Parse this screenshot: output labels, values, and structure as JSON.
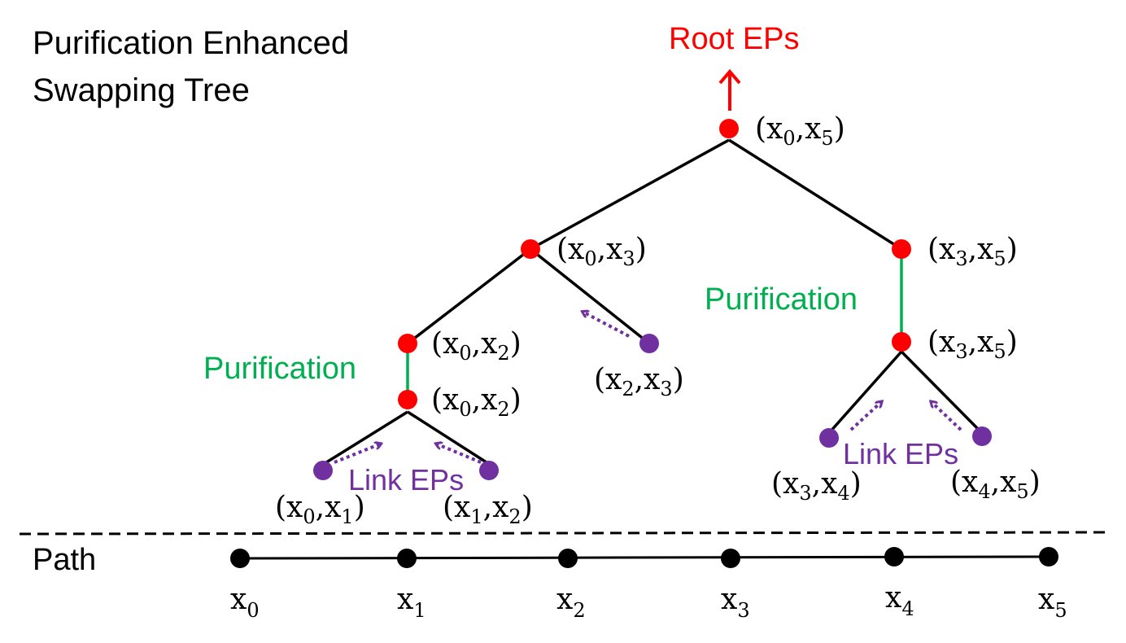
{
  "title": {
    "line1": "Purification Enhanced",
    "line2": "Swapping Tree"
  },
  "colors": {
    "swap_node": "#ff0000",
    "link_node": "#7030a0",
    "path_node": "#000000",
    "purification": "#00b050",
    "root_arrow": "#ff0000"
  },
  "labels": {
    "root_eps": "Root EPs",
    "purification": "Purification",
    "link_eps": "Link EPs",
    "path": "Path"
  },
  "pairs": {
    "x0_x5": {
      "a": "x",
      "a_sub": "0",
      "b": "x",
      "b_sub": "5"
    },
    "x0_x3": {
      "a": "x",
      "a_sub": "0",
      "b": "x",
      "b_sub": "3"
    },
    "x3_x5_top": {
      "a": "x",
      "a_sub": "3",
      "b": "x",
      "b_sub": "5"
    },
    "x3_x5_bottom": {
      "a": "x",
      "a_sub": "3",
      "b": "x",
      "b_sub": "5"
    },
    "x0_x2_top": {
      "a": "x",
      "a_sub": "0",
      "b": "x",
      "b_sub": "2"
    },
    "x0_x2_bottom": {
      "a": "x",
      "a_sub": "0",
      "b": "x",
      "b_sub": "2"
    },
    "x2_x3": {
      "a": "x",
      "a_sub": "2",
      "b": "x",
      "b_sub": "3"
    },
    "x0_x1": {
      "a": "x",
      "a_sub": "0",
      "b": "x",
      "b_sub": "1"
    },
    "x1_x2": {
      "a": "x",
      "a_sub": "1",
      "b": "x",
      "b_sub": "2"
    },
    "x3_x4": {
      "a": "x",
      "a_sub": "3",
      "b": "x",
      "b_sub": "4"
    },
    "x4_x5": {
      "a": "x",
      "a_sub": "4",
      "b": "x",
      "b_sub": "5"
    }
  },
  "path_nodes": [
    {
      "var": "x",
      "sub": "0"
    },
    {
      "var": "x",
      "sub": "1"
    },
    {
      "var": "x",
      "sub": "2"
    },
    {
      "var": "x",
      "sub": "3"
    },
    {
      "var": "x",
      "sub": "4"
    },
    {
      "var": "x",
      "sub": "5"
    }
  ]
}
